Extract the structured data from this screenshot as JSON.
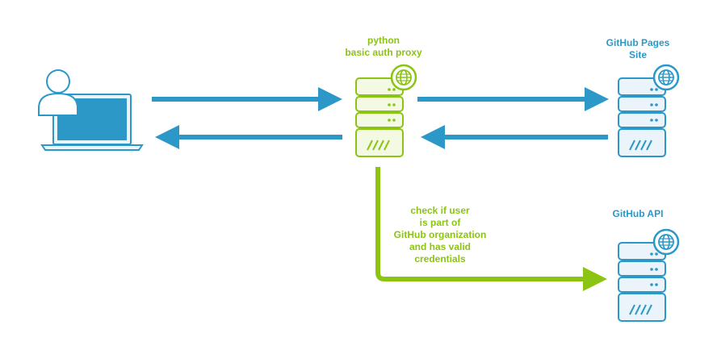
{
  "nodes": {
    "proxy": {
      "label": "python\nbasic auth proxy",
      "icon": "server-icon"
    },
    "pages": {
      "label": "GitHub Pages\nSite",
      "icon": "server-icon"
    },
    "api": {
      "label": "GitHub API",
      "icon": "server-icon"
    },
    "client": {
      "icon": "user-laptop-icon"
    }
  },
  "edges": {
    "check": {
      "label": "check if user\nis part of\nGitHub organization\nand has valid\ncredentials"
    }
  },
  "colors": {
    "blue": "#2b98c8",
    "blue_light": "#eaf4fa",
    "green": "#8bc413",
    "green_light": "#f3f9e2"
  }
}
